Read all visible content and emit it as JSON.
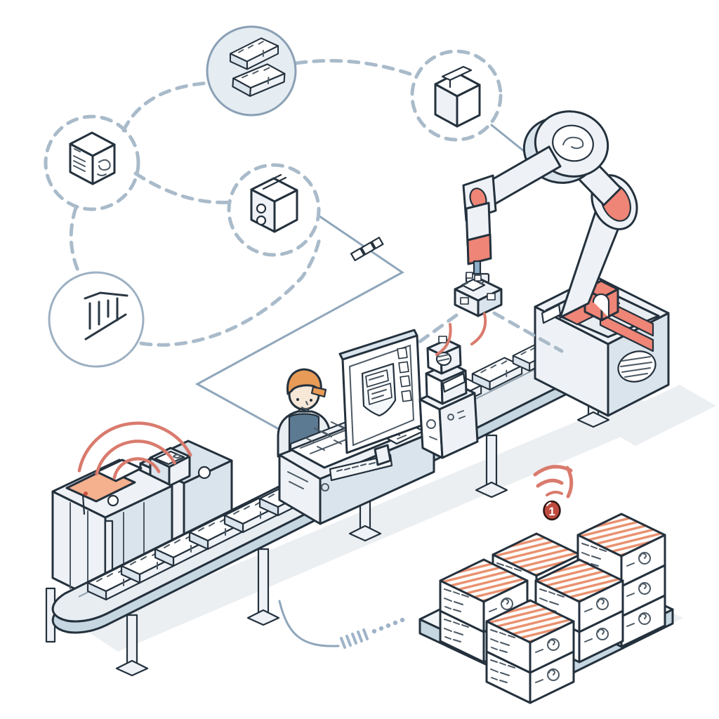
{
  "scene": {
    "type": "isometric-smart-factory-production-line-illustration",
    "badge": {
      "value": "1",
      "color": "#bf4a3e"
    },
    "palette": {
      "outline": "#24313d",
      "fill_light": "#eef2f6",
      "fill_mid": "#dae4ec",
      "accent": "#ee8576",
      "accent_line": "#d97b6d",
      "connector": "#a9bbca",
      "connector_solid": "#8fa6bb",
      "stripe": "#e98f6d",
      "cap_orange": "#e89b56",
      "shirt_blue": "#5d7a93",
      "skin": "#f6e7d7"
    },
    "network_nodes": [
      {
        "id": "labeled-box",
        "icon": "labeled-carton-box-icon",
        "ring": "dashed"
      },
      {
        "id": "material-bars",
        "icon": "two-product-bars-icon",
        "ring": "solid-filled"
      },
      {
        "id": "barcode",
        "icon": "isometric-barcode-icon",
        "ring": "solid"
      },
      {
        "id": "taped-box",
        "icon": "taped-carton-box-icon",
        "ring": "dashed"
      },
      {
        "id": "open-box",
        "icon": "open-carton-box-icon",
        "ring": "dashed"
      }
    ],
    "conveyor": {
      "items_on_belt": 9,
      "legs": 5
    },
    "stations": [
      "intake-machines",
      "operator-workstation",
      "monitor",
      "inspection-scanner",
      "robotic-arm"
    ],
    "signals": [
      "wifi-arcs-left",
      "sensor-arcs-scanner",
      "wifi-arcs-pallet"
    ],
    "pallet": {
      "stacks": [
        {
          "tiers": 2
        },
        {
          "tiers": 2
        },
        {
          "tiers": 2
        },
        {
          "tiers": 3
        },
        {
          "tiers": 2
        }
      ]
    }
  }
}
